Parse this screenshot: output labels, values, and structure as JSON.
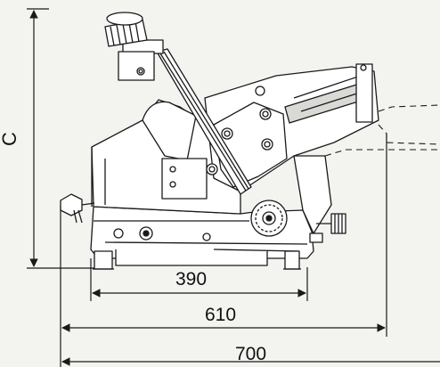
{
  "dimensions": {
    "c_label": "C",
    "d390": "390",
    "d610": "610",
    "d700": "700"
  },
  "colors": {
    "line": "#1a1a1a",
    "fill": "#ffffff",
    "shade": "#d9d9d6",
    "background": "#f3f3f0"
  }
}
